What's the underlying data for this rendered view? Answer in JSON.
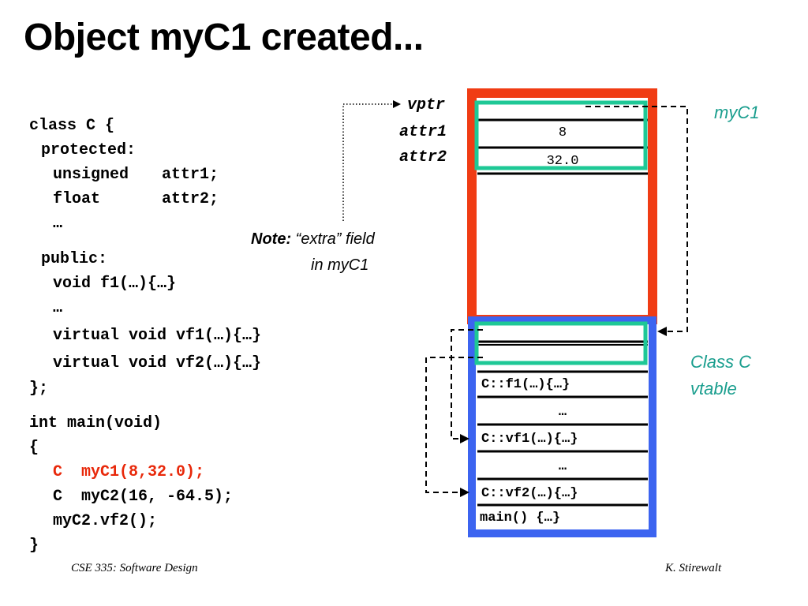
{
  "title": "Object myC1 created...",
  "code": {
    "class_decl": "class C {",
    "protected": "protected:",
    "unsigned_kw": "unsigned",
    "attr1_decl": "attr1;",
    "float_kw": "float",
    "attr2_decl": "attr2;",
    "ellipsis1": "…",
    "public": "public:",
    "f1_decl": "void f1(…){…}",
    "ellipsis2": "…",
    "vf1_decl": "virtual void vf1(…){…}",
    "vf2_decl": "virtual void vf2(…){…}",
    "class_end": "};",
    "main_decl": "int main(void)",
    "open_brace": "{",
    "myC1_line": "C  myC1(8,32.0);",
    "myC2_line": "C  myC2(16, -64.5);",
    "call_line": "myC2.vf2();",
    "close_brace": "}"
  },
  "object": {
    "label_vptr": "vptr",
    "label_attr1": "attr1",
    "label_attr2": "attr2",
    "attr1_value": "8",
    "attr2_value": "32.0",
    "name": "myC1"
  },
  "note": {
    "bold": "Note:",
    "line1": " “extra” field",
    "line2": "in myC1"
  },
  "vtable": {
    "label_line1": "Class C",
    "label_line2": "vtable",
    "entries": [
      "C::f1(…){…}",
      "…",
      "C::vf1(…){…}",
      "…",
      "C::vf2(…){…}",
      "main() {…}"
    ]
  },
  "footer": {
    "left": "CSE 335: Software Design",
    "right": "K. Stirewalt"
  },
  "colors": {
    "object_border": "#f03c14",
    "vtable_border": "#3c64f0",
    "highlight": "#1ec896",
    "code_highlight": "#e8280a",
    "label_teal": "#1a9e8e"
  }
}
